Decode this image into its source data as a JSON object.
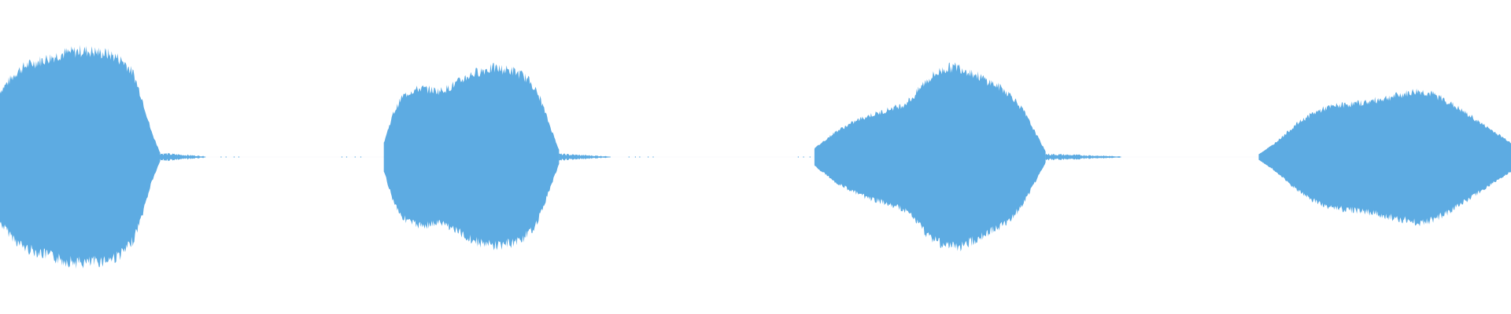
{
  "waveform": {
    "color": "#5dabe2",
    "background": "#ffffff",
    "duration_fraction_visible": 1.0,
    "segments": [
      {
        "name": "segment-1",
        "start": 0.0,
        "end": 0.106,
        "envelope": [
          0.46,
          0.53,
          0.6,
          0.64,
          0.66,
          0.68,
          0.7,
          0.72,
          0.73,
          0.74,
          0.74,
          0.73,
          0.72,
          0.7,
          0.66,
          0.58,
          0.4,
          0.18,
          0.03
        ],
        "tail": {
          "end": 0.136,
          "amplitude": 0.025
        }
      },
      {
        "name": "segment-2",
        "start": 0.254,
        "end": 0.37,
        "envelope": [
          0.1,
          0.3,
          0.42,
          0.46,
          0.48,
          0.47,
          0.46,
          0.48,
          0.52,
          0.56,
          0.59,
          0.61,
          0.62,
          0.61,
          0.6,
          0.57,
          0.52,
          0.4,
          0.22,
          0.05
        ],
        "tail": {
          "end": 0.404,
          "amplitude": 0.02
        }
      },
      {
        "name": "segment-3",
        "start": 0.539,
        "end": 0.692,
        "envelope": [
          0.06,
          0.12,
          0.18,
          0.22,
          0.26,
          0.29,
          0.31,
          0.34,
          0.36,
          0.42,
          0.52,
          0.58,
          0.62,
          0.63,
          0.6,
          0.56,
          0.52,
          0.48,
          0.42,
          0.32,
          0.18,
          0.04
        ],
        "tail": {
          "end": 0.742,
          "amplitude": 0.02
        }
      },
      {
        "name": "segment-4",
        "start": 0.833,
        "end": 1.0,
        "envelope": [
          0.02,
          0.08,
          0.16,
          0.24,
          0.3,
          0.34,
          0.36,
          0.37,
          0.38,
          0.4,
          0.42,
          0.44,
          0.46,
          0.44,
          0.4,
          0.34,
          0.28,
          0.22,
          0.16,
          0.1
        ],
        "tail": null
      }
    ],
    "dots": [
      {
        "start": 0.146,
        "end": 0.16
      },
      {
        "start": 0.226,
        "end": 0.24
      },
      {
        "start": 0.416,
        "end": 0.432
      },
      {
        "start": 0.528,
        "end": 0.536
      }
    ]
  }
}
